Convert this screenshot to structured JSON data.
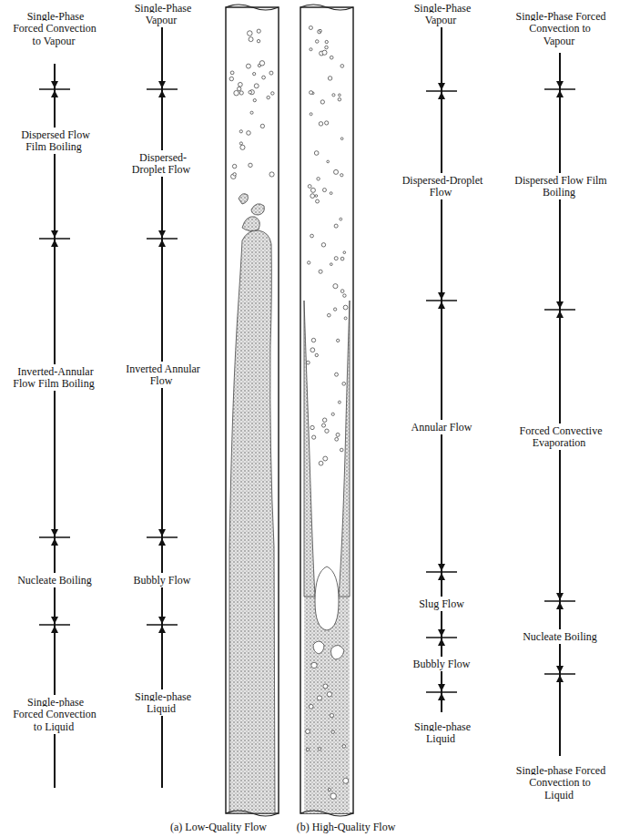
{
  "diagram": {
    "labels": [
      "Single-Phase Forced Convection to Vapour",
      "Dispersed Flow Film Boiling",
      "Inverted-Annular Flow Film Boiling",
      "Nucleate Boiling",
      "Single-phase Forced Convection to Liquid",
      "Single-Phase Vapour",
      "Dispersed-Droplet Flow",
      "Inverted Annular Flow",
      "Bubbly Flow",
      "Single-phase Liquid",
      "Single-Phase Vapour",
      "Dispersed-Droplet Flow",
      "Annular Flow",
      "Slug Flow",
      "Bubbly Flow",
      "Single-phase Liquid",
      "Single-Phase Forced Convection to Vapour",
      "Dispersed Flow Film Boiling",
      "Forced Convective Evaporation",
      "Nucleate Boiling",
      "Single-phase Forced Convection to Liquid",
      "(a) Low-Quality Flow",
      "(b) High-Quality Flow"
    ]
  }
}
